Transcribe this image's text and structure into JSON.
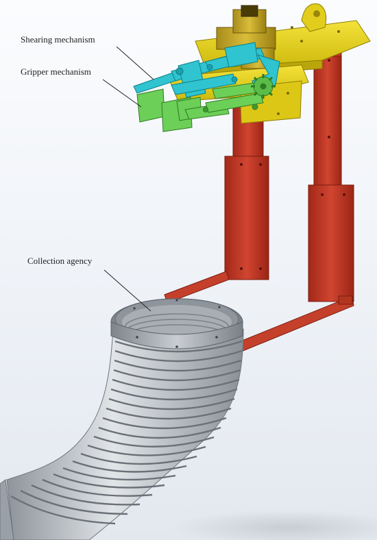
{
  "labels": {
    "shearing": "Shearing mechanism",
    "gripper": "Gripper mechanism",
    "collection": "Collection agency"
  },
  "colors": {
    "frame_red": "#c0392b",
    "base_yellow": "#e8d414",
    "shearing_cyan": "#2fc4cf",
    "gripper_green": "#6ccf58",
    "collector_gray": "#b7bcc2"
  }
}
